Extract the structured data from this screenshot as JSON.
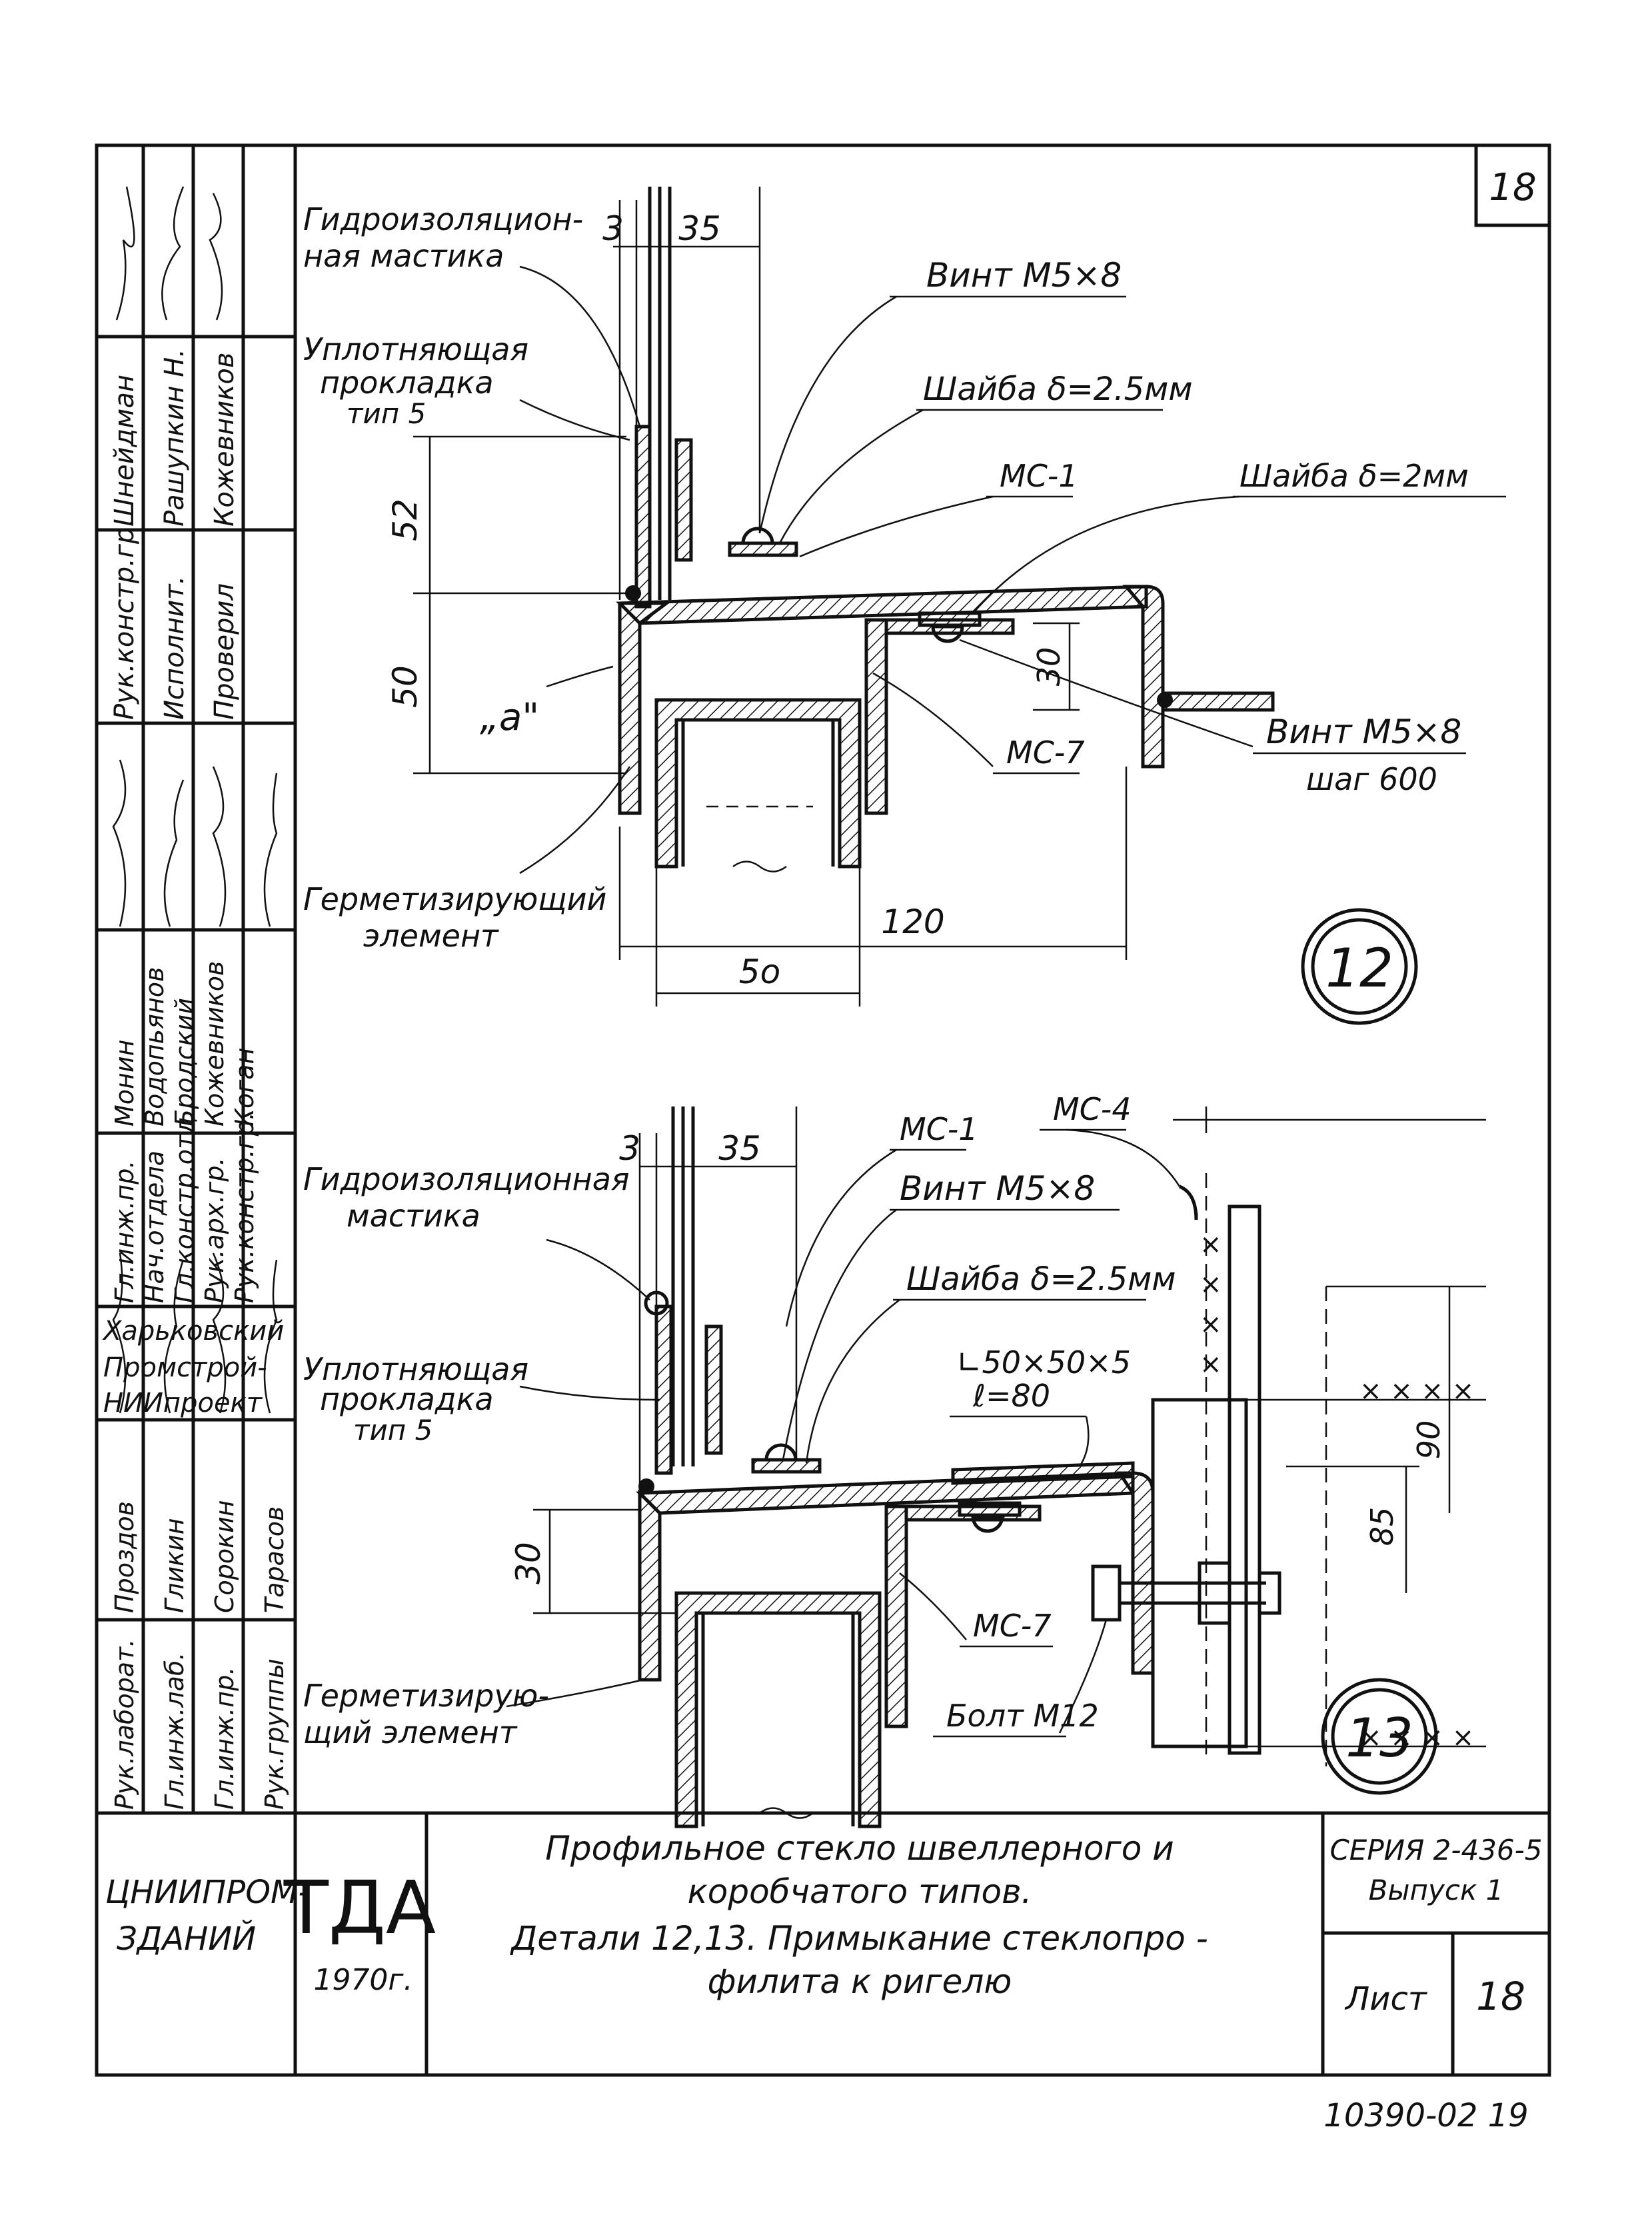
{
  "sheet_number_top": "18",
  "stamp": {
    "org_top": "ТДА",
    "year": "1970г.",
    "org_left_1": "ЦНИИПРОМ-",
    "org_left_2": "ЗДАНИЙ",
    "title_line1": "Профильное стекло швеллерного и",
    "title_line2": "коробчатого типов.",
    "title_line3": "Детали 12,13. Примыкание стеклопро -",
    "title_line4": "филита к ригелю",
    "series_line1": "СЕРИЯ 2-436-5",
    "series_line2": "Выпуск 1",
    "sheet_label": "Лист",
    "sheet_value": "18"
  },
  "bottom_code": "10390-02  19",
  "side_stamp": {
    "block1": [
      "Рук.констр.гр.",
      "Исполнит.",
      "Проверил"
    ],
    "block1_names": [
      "Шнейдман",
      "Рашупкин Н.",
      "Кожевников"
    ],
    "block2": [
      "Гл.инж.пр.",
      "Нач.отдела",
      "Гл.констр.отд",
      "Рук.арх.гр.",
      "Рук.констр.гр."
    ],
    "block2_names": [
      "Монин",
      "Водопьянов",
      "Бродский",
      "Кожевников",
      "Коган"
    ],
    "org": [
      "Харьковский",
      "Промстрой-",
      "НИИпроект"
    ],
    "block3": [
      "Рук.лаборат.",
      "Гл.инж.лаб.",
      "Гл.инж.пр.",
      "Рук.группы"
    ],
    "block3_names": [
      "Проздов",
      "Гликин",
      "Сорокин",
      "Тарасов"
    ]
  },
  "detail12": {
    "circle": "12",
    "labels": {
      "mastic": "Гидроизоляцион-",
      "mastic2": "ная мастика",
      "gasket1": "Уплотняющая",
      "gasket2": "прокладка",
      "gasket3": "тип 5",
      "screw_top": "Винт М5×8",
      "washer1": "Шайба δ=2.5мм",
      "mc1": "МС-1",
      "washer2": "Шайба δ=2мм",
      "mc7": "МС-7",
      "screw_right1": "Винт М5×8",
      "screw_right2": "шаг 600",
      "seal1": "Герметизирующий",
      "seal2": "элемент",
      "section_a": "„а\""
    },
    "dims": {
      "d3": "3",
      "d35": "35",
      "d52": "52",
      "d50v": "50",
      "d30": "30",
      "d120": "120",
      "d50h": "5о"
    }
  },
  "detail13": {
    "circle": "13",
    "labels": {
      "mastic1": "Гидроизоляционная",
      "mastic2": "мастика",
      "mc1": "МС-1",
      "mc4": "МС-4",
      "screw": "Винт М5×8",
      "washer": "Шайба δ=2.5мм",
      "angle1": "∟50×50×5",
      "angle2": "ℓ=80",
      "gasket1": "Уплотняющая",
      "gasket2": "прокладка",
      "gasket3": "тип 5",
      "mc7": "МС-7",
      "bolt": "Болт М12",
      "seal1": "Герметизирую-",
      "seal2": "щий элемент"
    },
    "dims": {
      "d3": "3",
      "d35": "35",
      "d30": "30",
      "d90": "90",
      "d85": "85"
    }
  }
}
